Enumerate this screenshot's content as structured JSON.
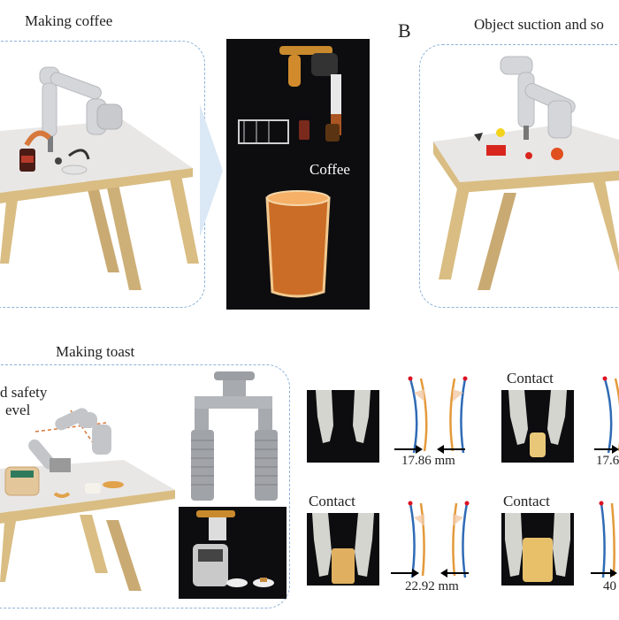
{
  "panel_a": {
    "title": "Making coffee",
    "photo_label": "Coffee"
  },
  "panel_b": {
    "letter": "B",
    "title": "Object suction and so"
  },
  "panel_c": {
    "title": "Making toast",
    "safety_label_line1": "d safety",
    "safety_label_line2": "evel"
  },
  "panel_d": {
    "contact_1": "Contact",
    "contact_2": "Contact",
    "contact_3": "Contact",
    "measure_1": "17.86 mm",
    "measure_2": "17.6",
    "measure_3": "22.92 mm",
    "measure_4": "40"
  },
  "colors": {
    "dashed_border": "#8fb3d9",
    "table_top": "#e9e7e6",
    "table_leg": "#d9bd83",
    "robot": "#d4d6da",
    "photo_bg": "#0d0d10"
  }
}
